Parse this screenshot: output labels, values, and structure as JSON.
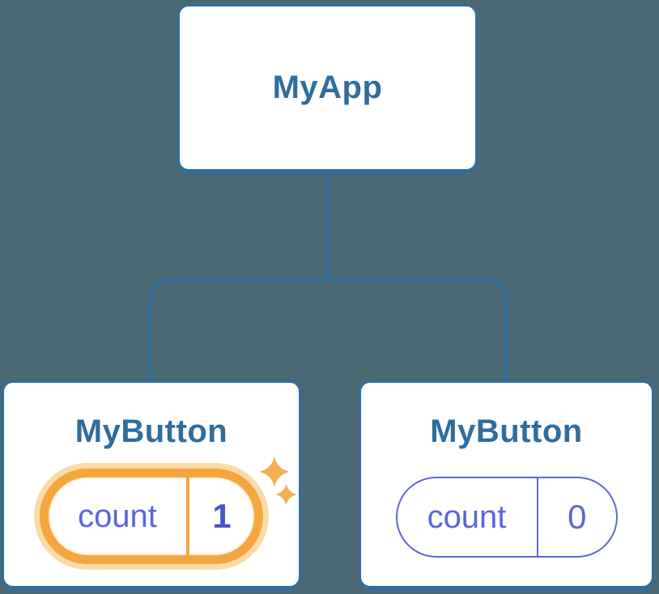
{
  "diagram": {
    "root_node": {
      "label": "MyApp"
    },
    "left_node": {
      "label": "MyButton",
      "state_key": "count",
      "state_value": "1",
      "highlighted": true
    },
    "right_node": {
      "label": "MyButton",
      "state_key": "count",
      "state_value": "0",
      "highlighted": false
    }
  },
  "icons": {
    "left_node_badge_large": "sparkle-icon",
    "left_node_badge_small": "sparkle-icon"
  },
  "colors": {
    "background": "#4B6872",
    "node_border": "#2F6F9E",
    "node_fill": "#FFFFFF",
    "node_text": "#2F6D9D",
    "state_purple": "#5C66D6",
    "state_border": "#5E68D8",
    "state_value_bold": "#4A53C6",
    "highlight_orange": "#F5A73E",
    "highlight_glow": "#FBDBA9",
    "highlight_inner": "#FDEFD9",
    "highlight_divider": "#F2A44C",
    "sparkle": "#F2AF55"
  }
}
